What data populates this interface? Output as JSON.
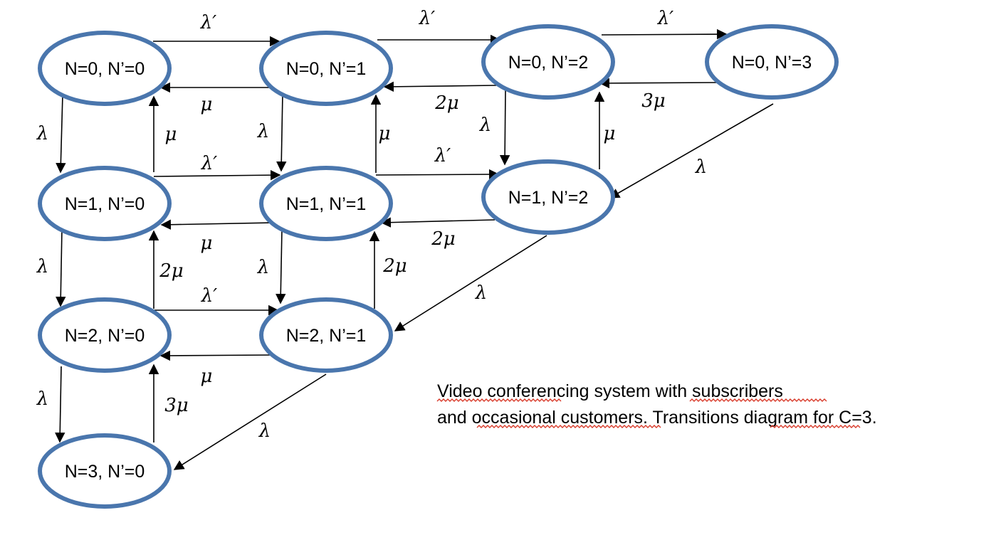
{
  "states": [
    {
      "id": "s00",
      "label": "N=0, N’=0"
    },
    {
      "id": "s01",
      "label": "N=0, N’=1"
    },
    {
      "id": "s02",
      "label": "N=0, N’=2"
    },
    {
      "id": "s03",
      "label": "N=0, N’=3"
    },
    {
      "id": "s10",
      "label": "N=1, N’=0"
    },
    {
      "id": "s11",
      "label": "N=1, N’=1"
    },
    {
      "id": "s12",
      "label": "N=1, N’=2"
    },
    {
      "id": "s20",
      "label": "N=2, N’=0"
    },
    {
      "id": "s21",
      "label": "N=2, N’=1"
    },
    {
      "id": "s30",
      "label": "N=3, N’=0"
    }
  ],
  "transitions": [
    {
      "id": "t00_01",
      "from": "N=0, N’=0",
      "to": "N=0, N’=1",
      "rate": "λ′"
    },
    {
      "id": "t01_02",
      "from": "N=0, N’=1",
      "to": "N=0, N’=2",
      "rate": "λ′"
    },
    {
      "id": "t02_03",
      "from": "N=0, N’=2",
      "to": "N=0, N’=3",
      "rate": "λ′"
    },
    {
      "id": "t01_00",
      "from": "N=0, N’=1",
      "to": "N=0, N’=0",
      "rate": "μ"
    },
    {
      "id": "t02_01",
      "from": "N=0, N’=2",
      "to": "N=0, N’=1",
      "rate": "2μ"
    },
    {
      "id": "t03_02",
      "from": "N=0, N’=3",
      "to": "N=0, N’=2",
      "rate": "3μ"
    },
    {
      "id": "t00_10",
      "from": "N=0, N’=0",
      "to": "N=1, N’=0",
      "rate": "λ"
    },
    {
      "id": "t10_00",
      "from": "N=1, N’=0",
      "to": "N=0, N’=0",
      "rate": "μ"
    },
    {
      "id": "t01_11",
      "from": "N=0, N’=1",
      "to": "N=1, N’=1",
      "rate": "λ"
    },
    {
      "id": "t11_01",
      "from": "N=1, N’=1",
      "to": "N=0, N’=1",
      "rate": "μ"
    },
    {
      "id": "t02_12",
      "from": "N=0, N’=2",
      "to": "N=1, N’=2",
      "rate": "λ"
    },
    {
      "id": "t12_02",
      "from": "N=1, N’=2",
      "to": "N=0, N’=2",
      "rate": "μ"
    },
    {
      "id": "t03_12",
      "from": "N=0, N’=3",
      "to": "N=1, N’=2",
      "rate": "λ"
    },
    {
      "id": "t10_11",
      "from": "N=1, N’=0",
      "to": "N=1, N’=1",
      "rate": "λ′"
    },
    {
      "id": "t11_12",
      "from": "N=1, N’=1",
      "to": "N=1, N’=2",
      "rate": "λ′"
    },
    {
      "id": "t11_10",
      "from": "N=1, N’=1",
      "to": "N=1, N’=0",
      "rate": "μ"
    },
    {
      "id": "t12_11",
      "from": "N=1, N’=2",
      "to": "N=1, N’=1",
      "rate": "2μ"
    },
    {
      "id": "t10_20",
      "from": "N=1, N’=0",
      "to": "N=2, N’=0",
      "rate": "λ"
    },
    {
      "id": "t20_10",
      "from": "N=2, N’=0",
      "to": "N=1, N’=0",
      "rate": "2μ"
    },
    {
      "id": "t11_21",
      "from": "N=1, N’=1",
      "to": "N=2, N’=1",
      "rate": "λ"
    },
    {
      "id": "t21_11",
      "from": "N=2, N’=1",
      "to": "N=1, N’=1",
      "rate": "2μ"
    },
    {
      "id": "t12_21",
      "from": "N=1, N’=2",
      "to": "N=2, N’=1",
      "rate": "λ"
    },
    {
      "id": "t20_21",
      "from": "N=2, N’=0",
      "to": "N=2, N’=1",
      "rate": "λ′"
    },
    {
      "id": "t21_20",
      "from": "N=2, N’=1",
      "to": "N=2, N’=0",
      "rate": "μ"
    },
    {
      "id": "t20_30",
      "from": "N=2, N’=0",
      "to": "N=3, N’=0",
      "rate": "λ"
    },
    {
      "id": "t30_20",
      "from": "N=3, N’=0",
      "to": "N=2, N’=0",
      "rate": "3μ"
    },
    {
      "id": "t21_30",
      "from": "N=2, N’=1",
      "to": "N=3, N’=0",
      "rate": "λ"
    }
  ],
  "caption": {
    "line1": "Video conferencing system with subscribers",
    "line2": "and occasional customers. Transitions diagram for C=3."
  },
  "colors": {
    "state_border": "#4a76ad",
    "arrow": "#000000",
    "spellcheck_underline": "#d83a2a"
  }
}
